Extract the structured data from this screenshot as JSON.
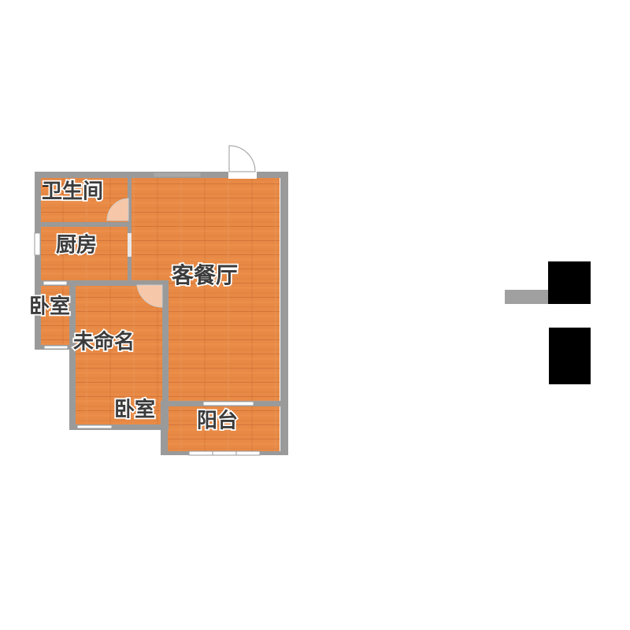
{
  "rooms": {
    "bathroom": "卫生间",
    "kitchen": "厨房",
    "living_dining": "客餐厅",
    "bedroom_left": "卧室",
    "unnamed": "未命名",
    "bedroom_bottom": "卧室",
    "balcony": "阳台"
  },
  "colors": {
    "floor": "#e88a45",
    "floor_line": "#d4733a",
    "wall": "#9a9a9a",
    "wall_light": "#bdbdbd",
    "legend_black": "#000000"
  }
}
